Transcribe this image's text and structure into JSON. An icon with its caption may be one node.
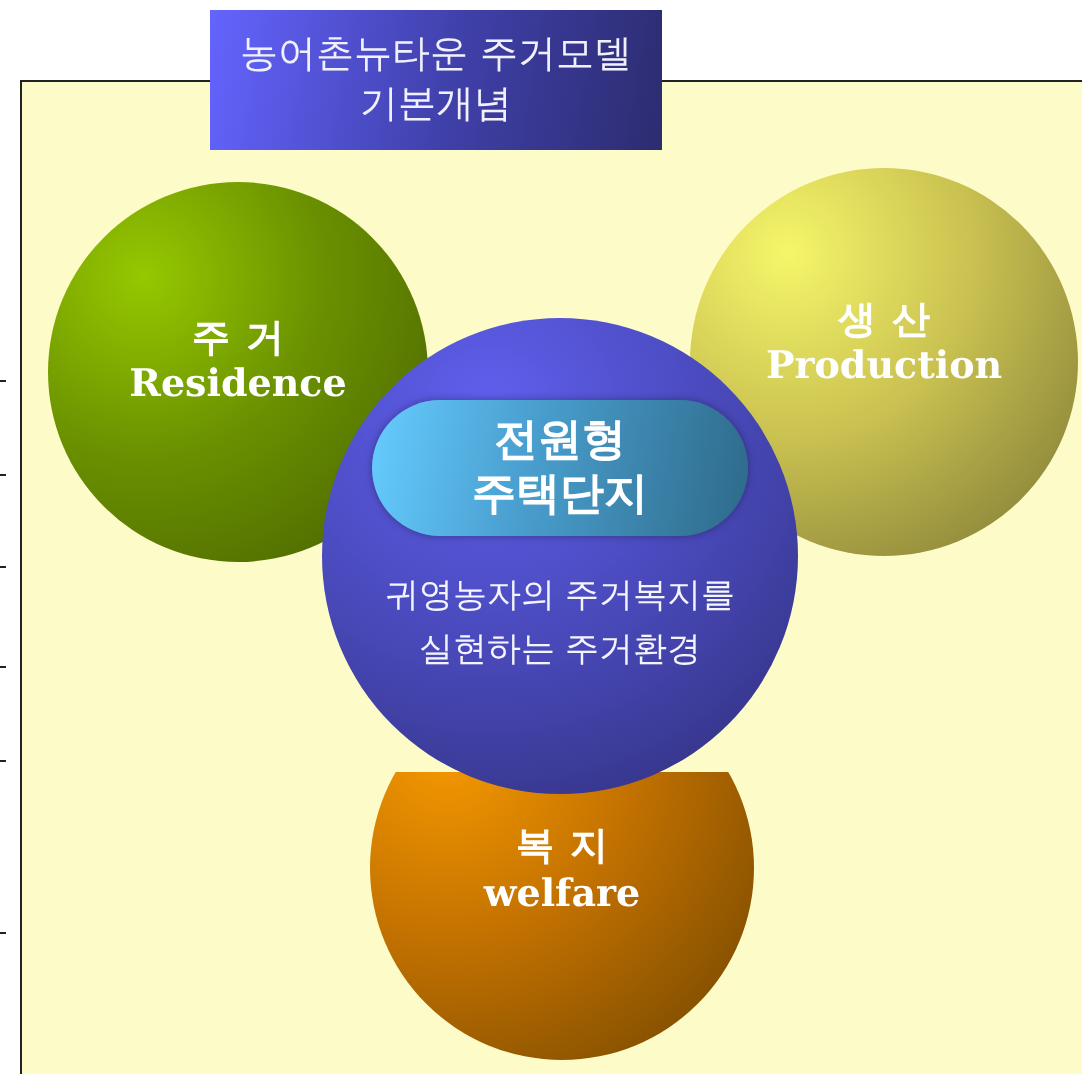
{
  "diagram": {
    "title": "농어촌뉴타운 주거모델 기본개념",
    "nodes": [
      {
        "text": [
          "주거",
          "Residence"
        ]
      },
      {
        "text": [
          "생산",
          "Production"
        ]
      },
      {
        "text": [
          "귀영농자의 주거복지를 실현하는 주거환경"
        ]
      },
      {
        "text": [
          "전원형 주택단지"
        ],
        "in": 2
      },
      {
        "text": [
          "복지",
          "welfare"
        ]
      }
    ]
  }
}
